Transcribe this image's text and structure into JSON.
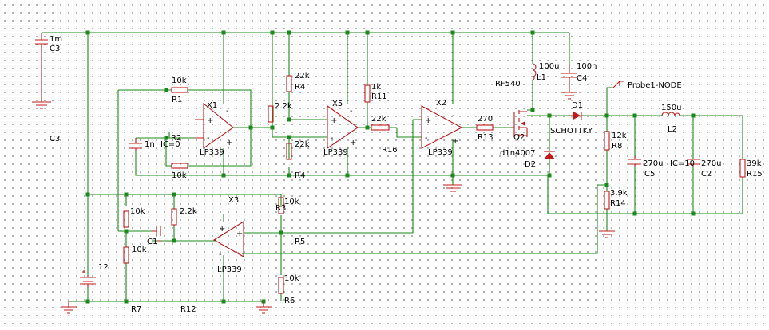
{
  "components": {
    "C3": {
      "ref": "C3",
      "value": "1m"
    },
    "C3_orphan": {
      "ref": "C3"
    },
    "R1": {
      "ref": "R1",
      "value": "10k"
    },
    "R2": {
      "ref": "R2"
    },
    "R3": {
      "ref": "R3",
      "value": "10k"
    },
    "R4_top": {
      "ref": "R4",
      "value": "22k"
    },
    "R4_bottom": {
      "ref": "R4",
      "value": "10k"
    },
    "R5": {
      "ref": "R5"
    },
    "R6": {
      "ref": "R6",
      "value": "10k"
    },
    "R7": {
      "ref": "R7"
    },
    "R8": {
      "ref": "R8",
      "value": "12k"
    },
    "R11": {
      "ref": "R11",
      "value": "1k"
    },
    "R12": {
      "ref": "R12"
    },
    "R13": {
      "ref": "R13",
      "value": "270"
    },
    "R14": {
      "ref": "R14",
      "value": "3.9k"
    },
    "R15": {
      "ref": "R15",
      "value": "39k"
    },
    "R16": {
      "ref": "R16",
      "value": "22k"
    },
    "R_2_2k": {
      "value": "2.2k"
    },
    "R_22k_mid": {
      "value": "22k"
    },
    "R_10k_left": {
      "value": "10k"
    },
    "R_10k_lower": {
      "value": "10k"
    },
    "R_2_2k_lower": {
      "value": "2.2k"
    },
    "C1": {
      "ref": "C1",
      "value": "1n",
      "ic": "IC=0"
    },
    "C2": {
      "ref": "C2",
      "value": "270u"
    },
    "C4": {
      "ref": "C4",
      "value": "100n"
    },
    "C5": {
      "ref": "C5",
      "value": "270u",
      "ic": "IC=10"
    },
    "L1": {
      "ref": "L1",
      "value": "100u"
    },
    "L2": {
      "ref": "L2",
      "value": "150u"
    },
    "X1": {
      "ref": "X1",
      "model": "LP339"
    },
    "X2": {
      "ref": "X2",
      "model": "LP339"
    },
    "X3": {
      "ref": "X3",
      "model": "LP339"
    },
    "X5": {
      "ref": "X5",
      "model": "LP339"
    },
    "Q2": {
      "ref": "Q2",
      "model": "IRF540"
    },
    "D1": {
      "ref": "D1",
      "model": "SCHOTTKY"
    },
    "D2": {
      "ref": "D2",
      "model": "d1n4007"
    },
    "V1": {
      "value": "12"
    },
    "probe": {
      "label": "Probe1-NODE"
    }
  },
  "colors": {
    "wire": "#1a8a1a",
    "component": "#c41818",
    "text": "#000000",
    "grid_dot": "#9a9a9a"
  }
}
